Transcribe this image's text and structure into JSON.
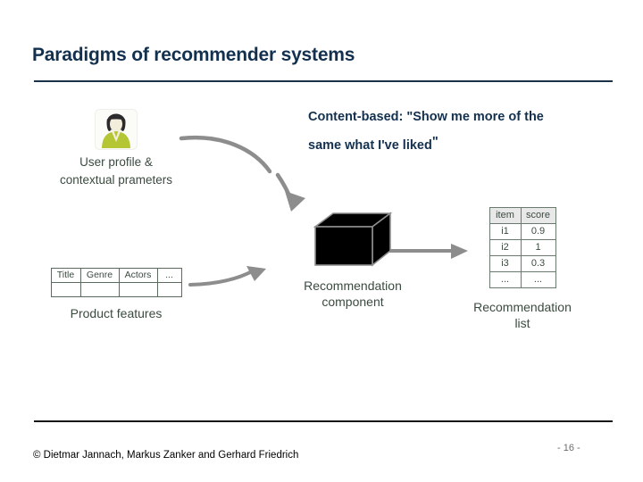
{
  "slide": {
    "title": "Paradigms of recommender systems",
    "page_number": "- 16 -",
    "credit": "© Dietmar Jannach, Markus Zanker and Gerhard Friedrich",
    "colors": {
      "title": "#13314f",
      "title_rule": "#1b3148",
      "footer_rule": "#161616",
      "diagram_label": "#3b4a3f",
      "arrow": "#8d8d8d",
      "box_fill": "#000000",
      "box_stroke": "#8f8f8f",
      "avatar_shirt": "#b5c634",
      "avatar_hair": "#2b2b2b",
      "avatar_face": "#f3eddc",
      "page_number": "#6b6b6b"
    }
  },
  "callout": {
    "line1": "Content-based: \"Show me more of the",
    "line2": "same what I've liked",
    "closing_quote": "\""
  },
  "diagram": {
    "user": {
      "icon": "user-avatar-icon",
      "label_line1": "User profile &",
      "label_line2": "contextual prameters"
    },
    "features": {
      "label": "Product features",
      "headers": [
        "Title",
        "Genre",
        "Actors",
        "..."
      ],
      "rows": [
        [
          "",
          "",
          "",
          ""
        ]
      ]
    },
    "component": {
      "icon": "black-box-icon",
      "label_line1": "Recommendation",
      "label_line2": "component"
    },
    "rec_list": {
      "label_line1": "Recommendation",
      "label_line2": "list",
      "headers": [
        "item",
        "score"
      ],
      "rows": [
        [
          "i1",
          "0.9"
        ],
        [
          "i2",
          "1"
        ],
        [
          "i3",
          "0.3"
        ],
        [
          "...",
          "..."
        ]
      ]
    },
    "arrows": [
      {
        "name": "arrow-user-to-component"
      },
      {
        "name": "arrow-features-to-component"
      },
      {
        "name": "arrow-component-to-list"
      }
    ]
  }
}
